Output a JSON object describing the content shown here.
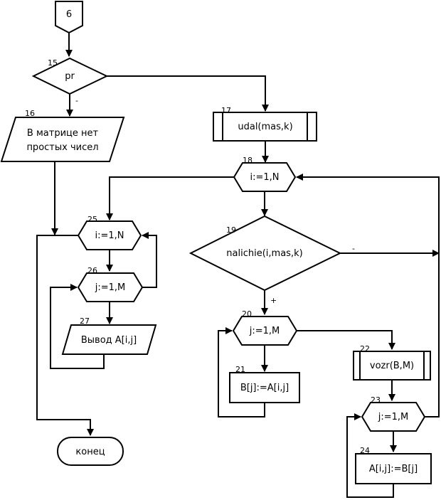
{
  "connector": {
    "label": "6"
  },
  "blocks": {
    "b15": {
      "num": "15",
      "text": "pr",
      "branch_no": "-"
    },
    "b16": {
      "num": "16",
      "line1": "В матрице нет",
      "line2": "простых чисел"
    },
    "b17": {
      "num": "17",
      "text": "udal(mas,k)"
    },
    "b18": {
      "num": "18",
      "text": "i:=1,N"
    },
    "b19": {
      "num": "19",
      "text": "nalichie(i,mas,k)",
      "branch_no": "-",
      "branch_yes": "+"
    },
    "b20": {
      "num": "20",
      "text": "j:=1,M"
    },
    "b21": {
      "num": "21",
      "text": "B[j]:=A[i,j]"
    },
    "b22": {
      "num": "22",
      "text": "vozr(B,M)"
    },
    "b23": {
      "num": "23",
      "text": "j:=1,M"
    },
    "b24": {
      "num": "24",
      "text": "A[i,j]:=B[j]"
    },
    "b25": {
      "num": "25",
      "text": "i:=1,N"
    },
    "b26": {
      "num": "26",
      "text": "j:=1,M"
    },
    "b27": {
      "num": "27",
      "text": "Вывод A[i,j]"
    },
    "end": {
      "text": "конец"
    }
  }
}
